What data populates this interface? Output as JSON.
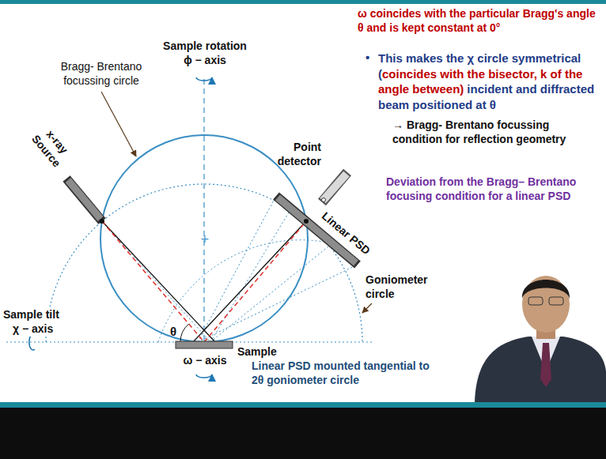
{
  "diagram": {
    "labels": [
      "Sample rotation",
      "ϕ − axis",
      "Bragg- Brentano focussing circle",
      "x-ray Source",
      "Point detector",
      "Linear PSD",
      "Goniometer circle",
      "Sample tilt",
      "χ − axis",
      "θ",
      "Sample",
      "ω − axis",
      "Linear PSD mounted tangential to 2θ goniometer circle",
      "ω coincides with the particular Bragg's angle θ and is kept constant at 0°",
      "•",
      "This makes the χ circle symmetrical (",
      "coincides with the bisector, k of the angle between)",
      "incident and diffracted beam positioned at θ",
      "→ Bragg- Brentano focussing condition for reflection geometry",
      "Deviation from the Bragg– Brentano focusing condition for a linear PSD"
    ]
  }
}
